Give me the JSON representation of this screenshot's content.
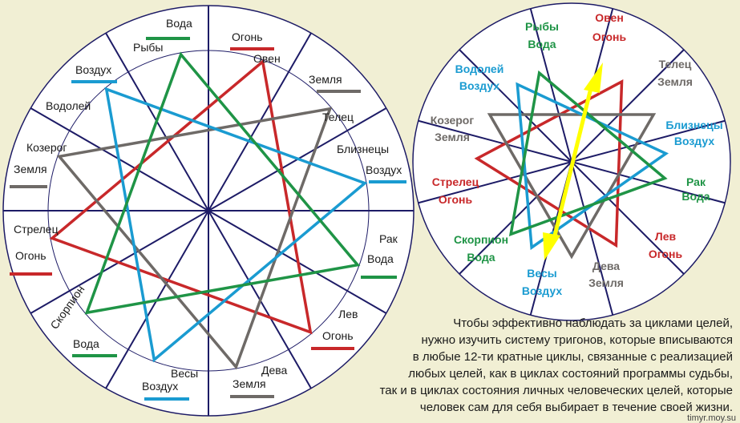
{
  "colors": {
    "background": "#f1efd4",
    "wheel": "#ffffff",
    "spoke": "#1d1b66",
    "fire": "#c8282a",
    "earth": "#6e6a67",
    "air": "#1a9bd1",
    "water": "#1f9446",
    "arrow": "#ffff00",
    "text": "#1a1a1a"
  },
  "big_wheel": {
    "signs": [
      {
        "name": "Овен",
        "element": "Огонь",
        "color_key": "fire"
      },
      {
        "name": "Телец",
        "element": "Земля",
        "color_key": "earth"
      },
      {
        "name": "Близнецы",
        "element": "Воздух",
        "color_key": "air"
      },
      {
        "name": "Рак",
        "element": "Вода",
        "color_key": "water"
      },
      {
        "name": "Лев",
        "element": "Огонь",
        "color_key": "fire"
      },
      {
        "name": "Дева",
        "element": "Земля",
        "color_key": "earth"
      },
      {
        "name": "Весы",
        "element": "Воздух",
        "color_key": "air"
      },
      {
        "name": "Скорпион",
        "element": "Вода",
        "color_key": "water"
      },
      {
        "name": "Стрелец",
        "element": "Огонь",
        "color_key": "fire"
      },
      {
        "name": "Козерог",
        "element": "Земля",
        "color_key": "earth"
      },
      {
        "name": "Водолей",
        "element": "Воздух",
        "color_key": "air"
      },
      {
        "name": "Рыбы",
        "element": "Вода",
        "color_key": "water"
      }
    ]
  },
  "small_wheel": {
    "signs": [
      {
        "name": "Овен",
        "element": "Огонь",
        "color_key": "fire"
      },
      {
        "name": "Телец",
        "element": "Земля",
        "color_key": "earth"
      },
      {
        "name": "Близнецы",
        "element": "Воздух",
        "color_key": "air"
      },
      {
        "name": "Рак",
        "element": "Вода",
        "color_key": "water"
      },
      {
        "name": "Лев",
        "element": "Огонь",
        "color_key": "fire"
      },
      {
        "name": "Дева",
        "element": "Земля",
        "color_key": "earth"
      },
      {
        "name": "Весы",
        "element": "Воздух",
        "color_key": "air"
      },
      {
        "name": "Скорпион",
        "element": "Вода",
        "color_key": "water"
      },
      {
        "name": "Стрелец",
        "element": "Огонь",
        "color_key": "fire"
      },
      {
        "name": "Козерог",
        "element": "Земля",
        "color_key": "earth"
      },
      {
        "name": "Водолей",
        "element": "Воздух",
        "color_key": "air"
      },
      {
        "name": "Рыбы",
        "element": "Вода",
        "color_key": "water"
      }
    ]
  },
  "caption": {
    "lines": [
      "Чтобы эффективно наблюдать за циклами целей,",
      "нужно изучить систему тригонов, которые вписываются",
      "в любые 12-ти кратные циклы, связанные с реализацией",
      "любых целей, как в циклах состояний программы судьбы,",
      "так и в циклах состояния личных человеческих целей, которые",
      "человек сам для себя выбирает в течение своей жизни."
    ]
  },
  "watermark": "timyr.moy.su"
}
